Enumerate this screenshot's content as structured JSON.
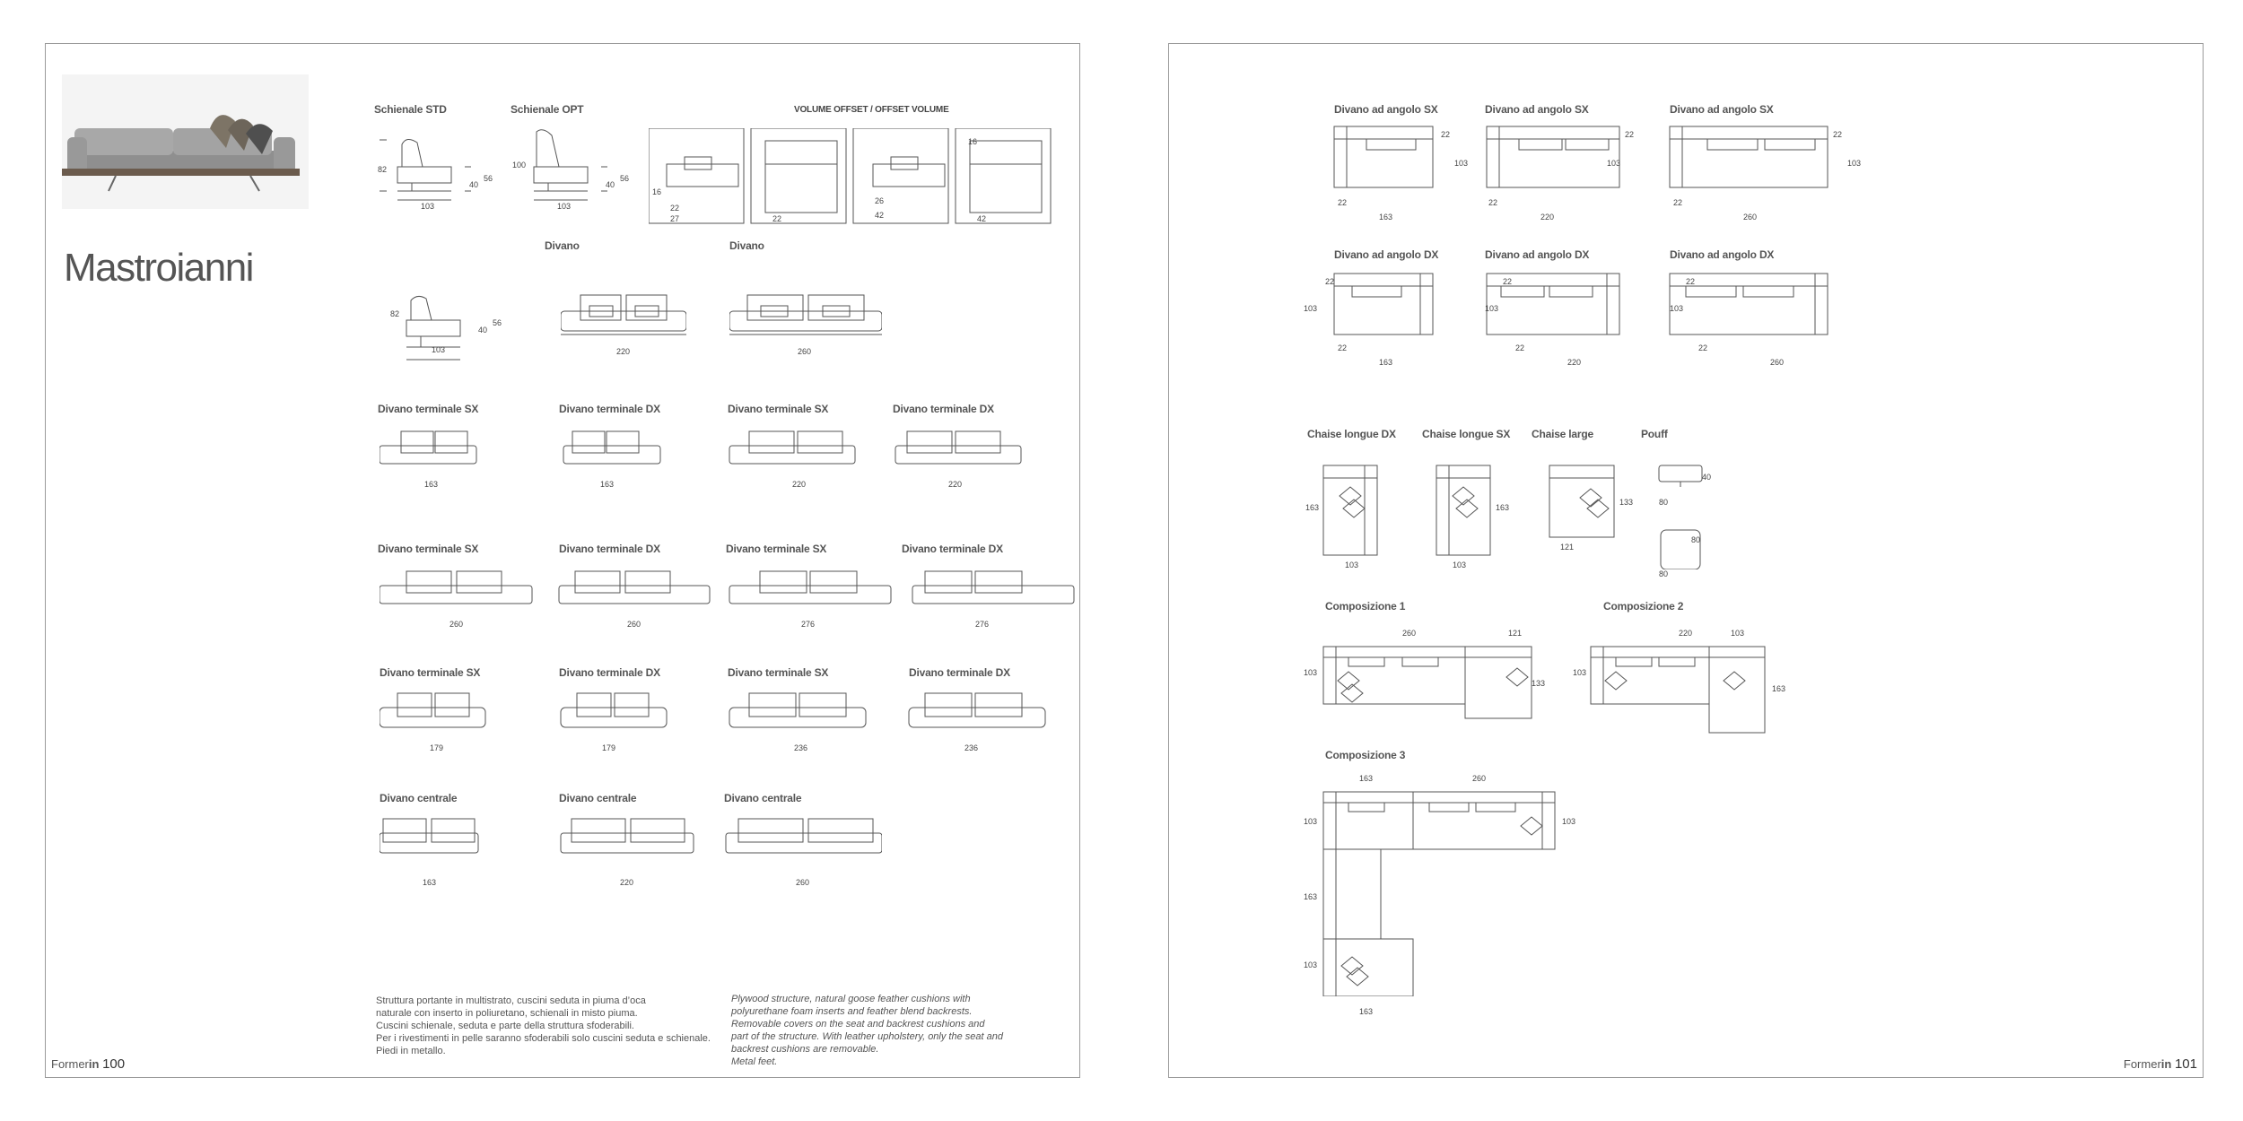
{
  "left": {
    "title": "Mastroianni",
    "photo_alt": "sofa-photo",
    "backrests": [
      {
        "label": "Schienale STD",
        "height": "82",
        "seat": "40",
        "arm": "56",
        "depth": "103"
      },
      {
        "label": "Schienale OPT",
        "height": "100",
        "seat": "40",
        "arm": "56",
        "depth": "103"
      }
    ],
    "volume_title": "VOLUME OFFSET / OFFSET VOLUME",
    "volume_dims": [
      "16",
      "22",
      "27",
      "22",
      "26",
      "42",
      "16",
      "42"
    ],
    "side_view": {
      "height": "82",
      "seat": "40",
      "arm": "56",
      "depth": "103"
    },
    "divano": [
      {
        "label": "Divano",
        "width": "220"
      },
      {
        "label": "Divano",
        "width": "260"
      }
    ],
    "row1": [
      {
        "label": "Divano terminale SX",
        "width": "163"
      },
      {
        "label": "Divano terminale DX",
        "width": "163"
      },
      {
        "label": "Divano terminale SX",
        "width": "220"
      },
      {
        "label": "Divano terminale DX",
        "width": "220"
      }
    ],
    "row2": [
      {
        "label": "Divano terminale SX",
        "width": "260"
      },
      {
        "label": "Divano terminale DX",
        "width": "260"
      },
      {
        "label": "Divano terminale SX",
        "width": "276"
      },
      {
        "label": "Divano terminale DX",
        "width": "276"
      }
    ],
    "row3": [
      {
        "label": "Divano terminale SX",
        "width": "179"
      },
      {
        "label": "Divano terminale DX",
        "width": "179"
      },
      {
        "label": "Divano terminale SX",
        "width": "236"
      },
      {
        "label": "Divano terminale DX",
        "width": "236"
      }
    ],
    "row4": [
      {
        "label": "Divano centrale",
        "width": "163"
      },
      {
        "label": "Divano centrale",
        "width": "220"
      },
      {
        "label": "Divano centrale",
        "width": "260"
      }
    ],
    "desc_it": "Struttura portante in multistrato, cuscini seduta in piuma d’oca\nnaturale con inserto in poliuretano, schienali in misto piuma.\nCuscini schienale, seduta e parte della struttura sfoderabili.\nPer i rivestimenti in pelle saranno sfoderabili solo cuscini seduta e schienale.\nPiedi in metallo.",
    "desc_en": "Plywood structure, natural goose feather cushions with\npolyurethane foam inserts and feather blend backrests.\nRemovable covers on the seat and backrest cushions and\npart of the structure. With leather upholstery, only the seat and\nbackrest cushions are removable.\nMetal feet.",
    "folio_brand": "Former",
    "folio_in": "in",
    "folio_num": "100"
  },
  "right": {
    "angolo_sx": [
      {
        "label": "Divano ad angolo SX",
        "width": "163",
        "depth": "103",
        "arm": "22",
        "side": "22"
      },
      {
        "label": "Divano ad angolo SX",
        "width": "220",
        "depth": "103",
        "arm": "22",
        "side": "22"
      },
      {
        "label": "Divano ad angolo SX",
        "width": "260",
        "depth": "103",
        "arm": "22",
        "side": "22"
      }
    ],
    "angolo_dx": [
      {
        "label": "Divano ad angolo DX",
        "width": "163",
        "depth": "103",
        "arm": "22",
        "side": "22"
      },
      {
        "label": "Divano ad angolo DX",
        "width": "220",
        "depth": "103",
        "arm": "22",
        "side": "22"
      },
      {
        "label": "Divano ad angolo DX",
        "width": "260",
        "depth": "103",
        "arm": "22",
        "side": "22"
      }
    ],
    "chaise": [
      {
        "label": "Chaise longue DX",
        "depth": "163",
        "width": "103"
      },
      {
        "label": "Chaise longue SX",
        "depth": "163",
        "width": "103"
      },
      {
        "label": "Chaise large",
        "depth": "133",
        "width": "121"
      }
    ],
    "pouff": {
      "label": "Pouff",
      "width": "80",
      "height": "40",
      "depth": "80",
      "depth2": "80"
    },
    "comp1": {
      "label": "Composizione 1",
      "w1": "260",
      "w2": "121",
      "depth": "103",
      "depth2": "133"
    },
    "comp2": {
      "label": "Composizione 2",
      "w1": "220",
      "w2": "103",
      "depth": "103",
      "depth2": "163"
    },
    "comp3": {
      "label": "Composizione 3",
      "w1": "163",
      "w2": "260",
      "d1": "103",
      "d2": "103",
      "d3": "163",
      "d4": "103",
      "bottom": "163"
    },
    "folio_brand": "Former",
    "folio_in": "in",
    "folio_num": "101"
  }
}
